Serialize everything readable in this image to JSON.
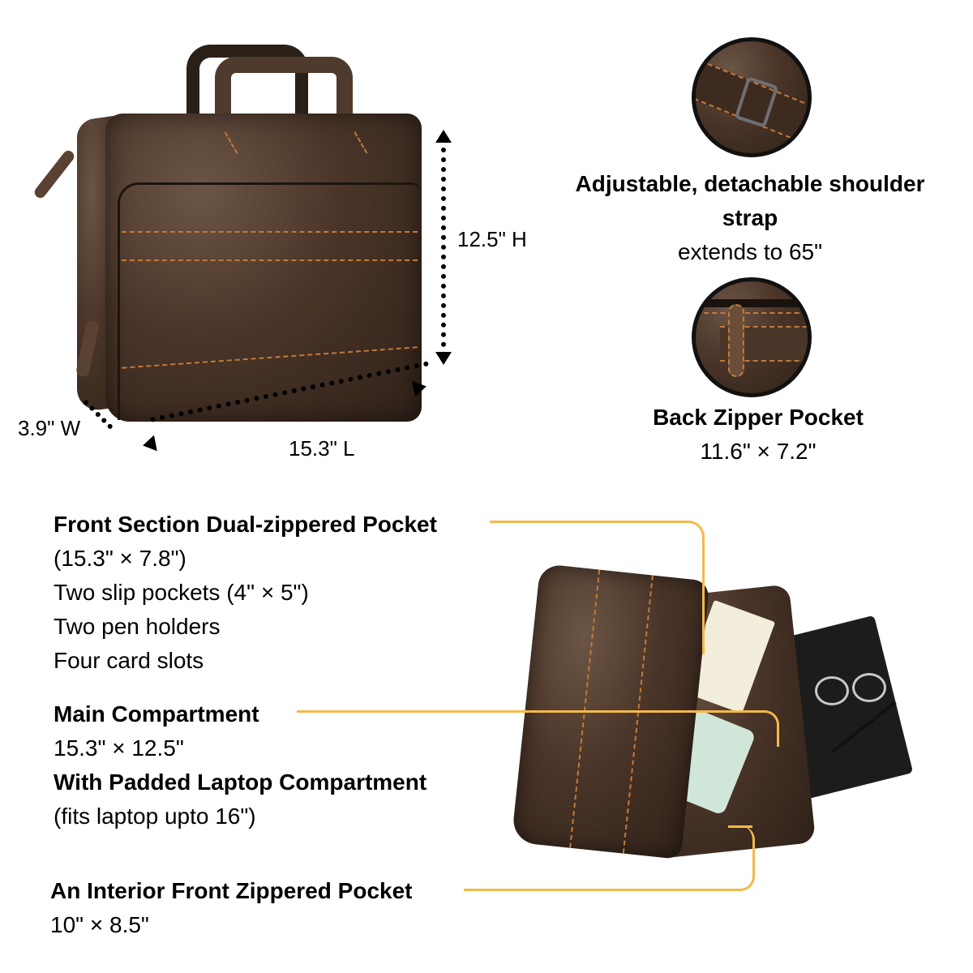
{
  "dimensions": {
    "height_label": "12.5\" H",
    "width_label": "3.9\" W",
    "length_label": "15.3\" L"
  },
  "features_top": [
    {
      "title_line1": "Adjustable, detachable shoulder",
      "title_line2": "strap",
      "detail": "extends to 65\"",
      "icon": "strap-buckle-closeup"
    },
    {
      "title": "Back Zipper Pocket",
      "detail": "11.6\" × 7.2\"",
      "icon": "zipper-pocket-closeup"
    }
  ],
  "features_bottom": [
    {
      "title": "Front Section Dual-zippered Pocket",
      "lines": [
        "(15.3\" × 7.8\")",
        "Two slip pockets (4\" × 5\")",
        "Two pen holders",
        "Four card slots"
      ]
    },
    {
      "title": "Main Compartment",
      "lines": [
        "15.3\" × 12.5\""
      ],
      "subtitle": "With Padded Laptop Compartment",
      "sublines": [
        "(fits laptop upto 16\")"
      ]
    },
    {
      "title": "An Interior Front Zippered Pocket",
      "lines": [
        "10\" × 8.5\""
      ]
    }
  ],
  "colors": {
    "callout_line": "#f5b94a",
    "leather": "#4a3528",
    "stitching": "#c47a3a",
    "text": "#000000"
  }
}
